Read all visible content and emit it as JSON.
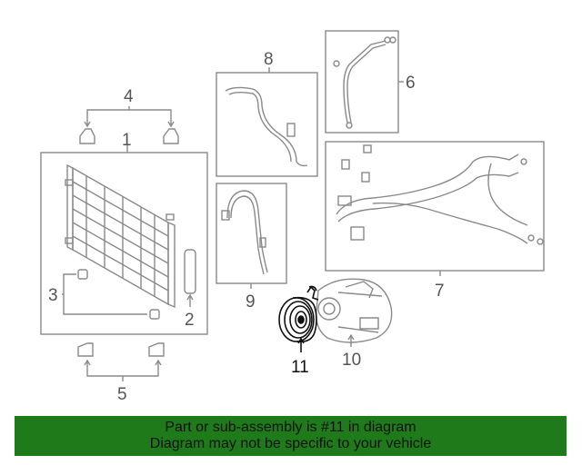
{
  "callouts": {
    "c1": "1",
    "c2": "2",
    "c3": "3",
    "c4": "4",
    "c5": "5",
    "c6": "6",
    "c7": "7",
    "c8": "8",
    "c9": "9",
    "c10": "10",
    "c11": "11"
  },
  "banner": {
    "line1": "Part or sub-assembly is #11 in diagram",
    "line2": "Diagram may not be specific to your vehicle"
  },
  "colors": {
    "banner_bg": "#1f7a1a",
    "line": "#888888",
    "highlight": "#111111"
  }
}
